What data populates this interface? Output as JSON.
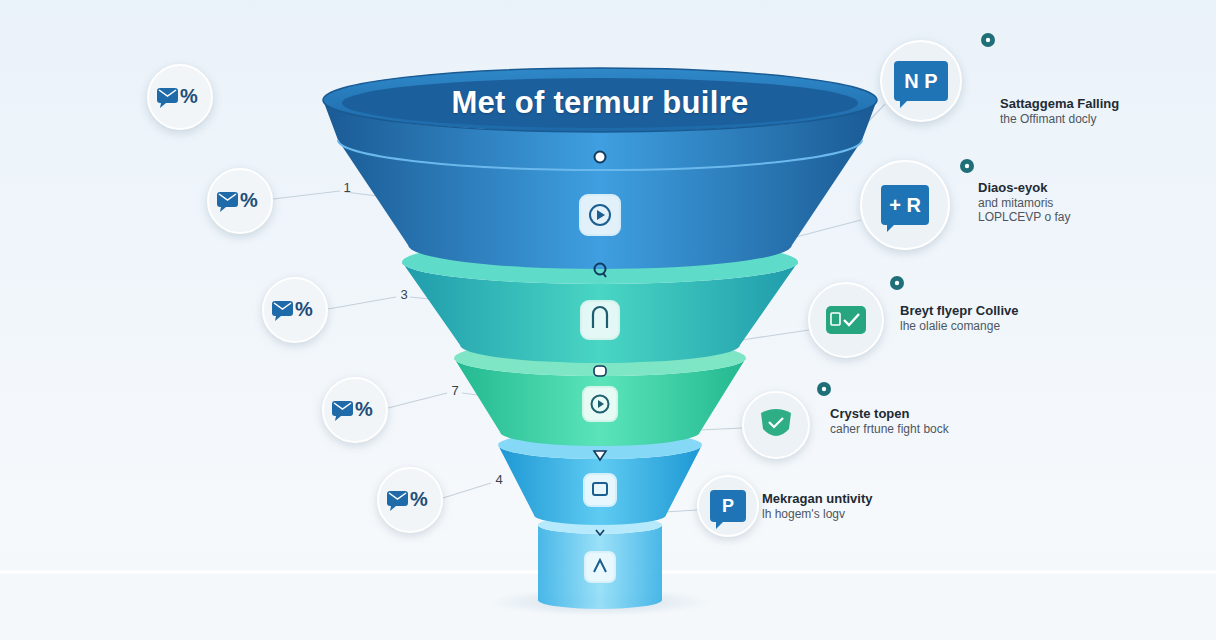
{
  "diagram": {
    "title": "Met of termur builre",
    "nodes": [
      {
        "text": [
          "%"
        ]
      },
      {
        "text": [
          "%"
        ]
      },
      {
        "text": [
          "%"
        ]
      },
      {
        "text": [
          "%"
        ]
      },
      {
        "text": [
          "%"
        ]
      },
      {
        "text": [
          "N P",
          "Sattaggema Falling",
          "the Offimant docly"
        ]
      },
      {
        "text": [
          "+ R",
          "Diaos-eyok",
          "and mitamoris LOPLCEVP o fay"
        ]
      },
      {
        "text": [
          "Breyt flyepr Collive",
          "lhe olalie comange"
        ]
      },
      {
        "text": [
          "Cryste topen",
          "caher frtune fight bock"
        ]
      },
      {
        "text": [
          "P",
          "Mekragan untivity",
          "lh hogem's logv"
        ]
      }
    ],
    "labels": [
      "1",
      "3",
      "7",
      "4"
    ]
  }
}
